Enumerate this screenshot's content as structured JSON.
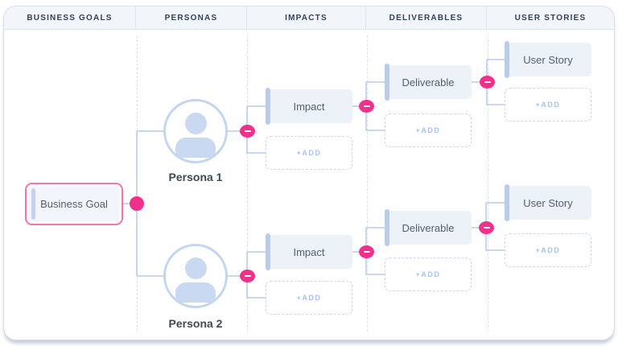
{
  "header": {
    "columns": [
      {
        "label": "BUSINESS GOALS"
      },
      {
        "label": "PERSONAS"
      },
      {
        "label": "IMPACTS"
      },
      {
        "label": "DELIVERABLES"
      },
      {
        "label": "USER STORIES"
      }
    ]
  },
  "map": {
    "business_goal": {
      "label": "Business Goal",
      "selected": true
    },
    "personas": [
      {
        "name": "Persona 1"
      },
      {
        "name": "Persona 2"
      }
    ],
    "branches": [
      {
        "impact": {
          "label": "Impact"
        },
        "impact_add": {
          "label": "+ADD"
        },
        "deliverable": {
          "label": "Deliverable"
        },
        "deliverable_add": {
          "label": "+ADD"
        },
        "user_story": {
          "label": "User Story"
        },
        "user_story_add": {
          "label": "+ADD"
        }
      },
      {
        "impact": {
          "label": "Impact"
        },
        "impact_add": {
          "label": "+ADD"
        },
        "deliverable": {
          "label": "Deliverable"
        },
        "deliverable_add": {
          "label": "+ADD"
        },
        "user_story": {
          "label": "User Story"
        },
        "user_story_add": {
          "label": "+ADD"
        }
      }
    ]
  },
  "icons": {
    "collapse": "minus-icon",
    "connector": "dot-connector"
  },
  "colors": {
    "accent_pink": "#f0308a",
    "selection_border_pink": "#f473b2",
    "node_fill": "#edf2f9",
    "node_accent_bar": "#b9cce9",
    "connector_line": "#b7cce9",
    "add_text": "#a6c2ee",
    "dashed_border": "#c9d9f2",
    "header_bg": "#f2f5fa",
    "header_text": "#33415a",
    "node_text": "#55606e",
    "persona_circle_border": "#c4d5ef",
    "persona_icon_fill": "#c9d9f2"
  }
}
